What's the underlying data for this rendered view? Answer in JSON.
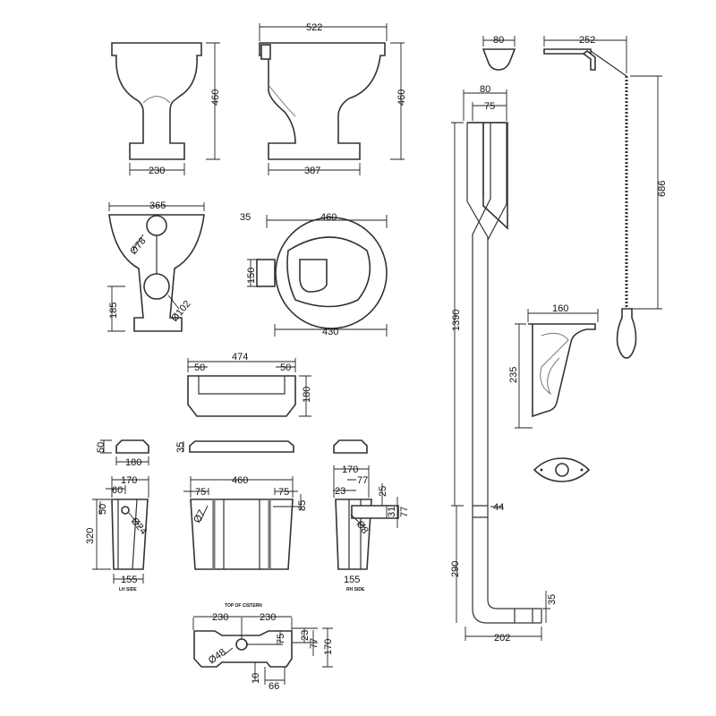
{
  "pan_front": {
    "height": "460",
    "width": "230"
  },
  "pan_side": {
    "depth": "522",
    "height": "460",
    "base": "387"
  },
  "pan_top": {
    "width": "365",
    "inlet_dia": "Ø78",
    "outlet_dia": "Ø102",
    "outlet_height": "185"
  },
  "seat": {
    "hinge": "35",
    "length": "460",
    "hinge_width": "150",
    "overall": "430"
  },
  "cistern_lid": {
    "width": "474",
    "left_inset": "50",
    "right_inset": "50",
    "depth": "180"
  },
  "lid_side": {
    "height": "50",
    "depth": "180"
  },
  "lid_front": {
    "height": "35"
  },
  "cistern_lh": {
    "top": "170",
    "offset": "60",
    "hole_height": "50",
    "height": "320",
    "hole_dia": "Ø24",
    "base": "155",
    "caption": "LH SIDE"
  },
  "cistern_front": {
    "width": "460",
    "left": "75",
    "right": "75",
    "hole_dia": "Ø7",
    "drop": "85"
  },
  "cistern_rh": {
    "top": "170",
    "offset": "77",
    "inner": "23",
    "height_a": "25",
    "height_b": "31",
    "height_c": "77",
    "hole_dia": "Ø8",
    "base": "155",
    "caption": "RH SIDE"
  },
  "cistern_top": {
    "caption": "TOP OF CISTERN",
    "left": "230",
    "right": "230",
    "outlet_dia": "Ø48",
    "depth_a": "75",
    "depth_b": "23",
    "depth_c": "77",
    "depth": "170",
    "front": "10",
    "offset": "66"
  },
  "flush_pipe": {
    "top_outer": "80",
    "top_inner": "75",
    "length": "1390",
    "joint": "44",
    "lower": "290",
    "projection": "202",
    "outlet": "35"
  },
  "wall_clip": {
    "width": "80"
  },
  "pull_lever": {
    "length": "252",
    "chain": "686"
  },
  "bracket": {
    "width": "160",
    "height": "235"
  }
}
